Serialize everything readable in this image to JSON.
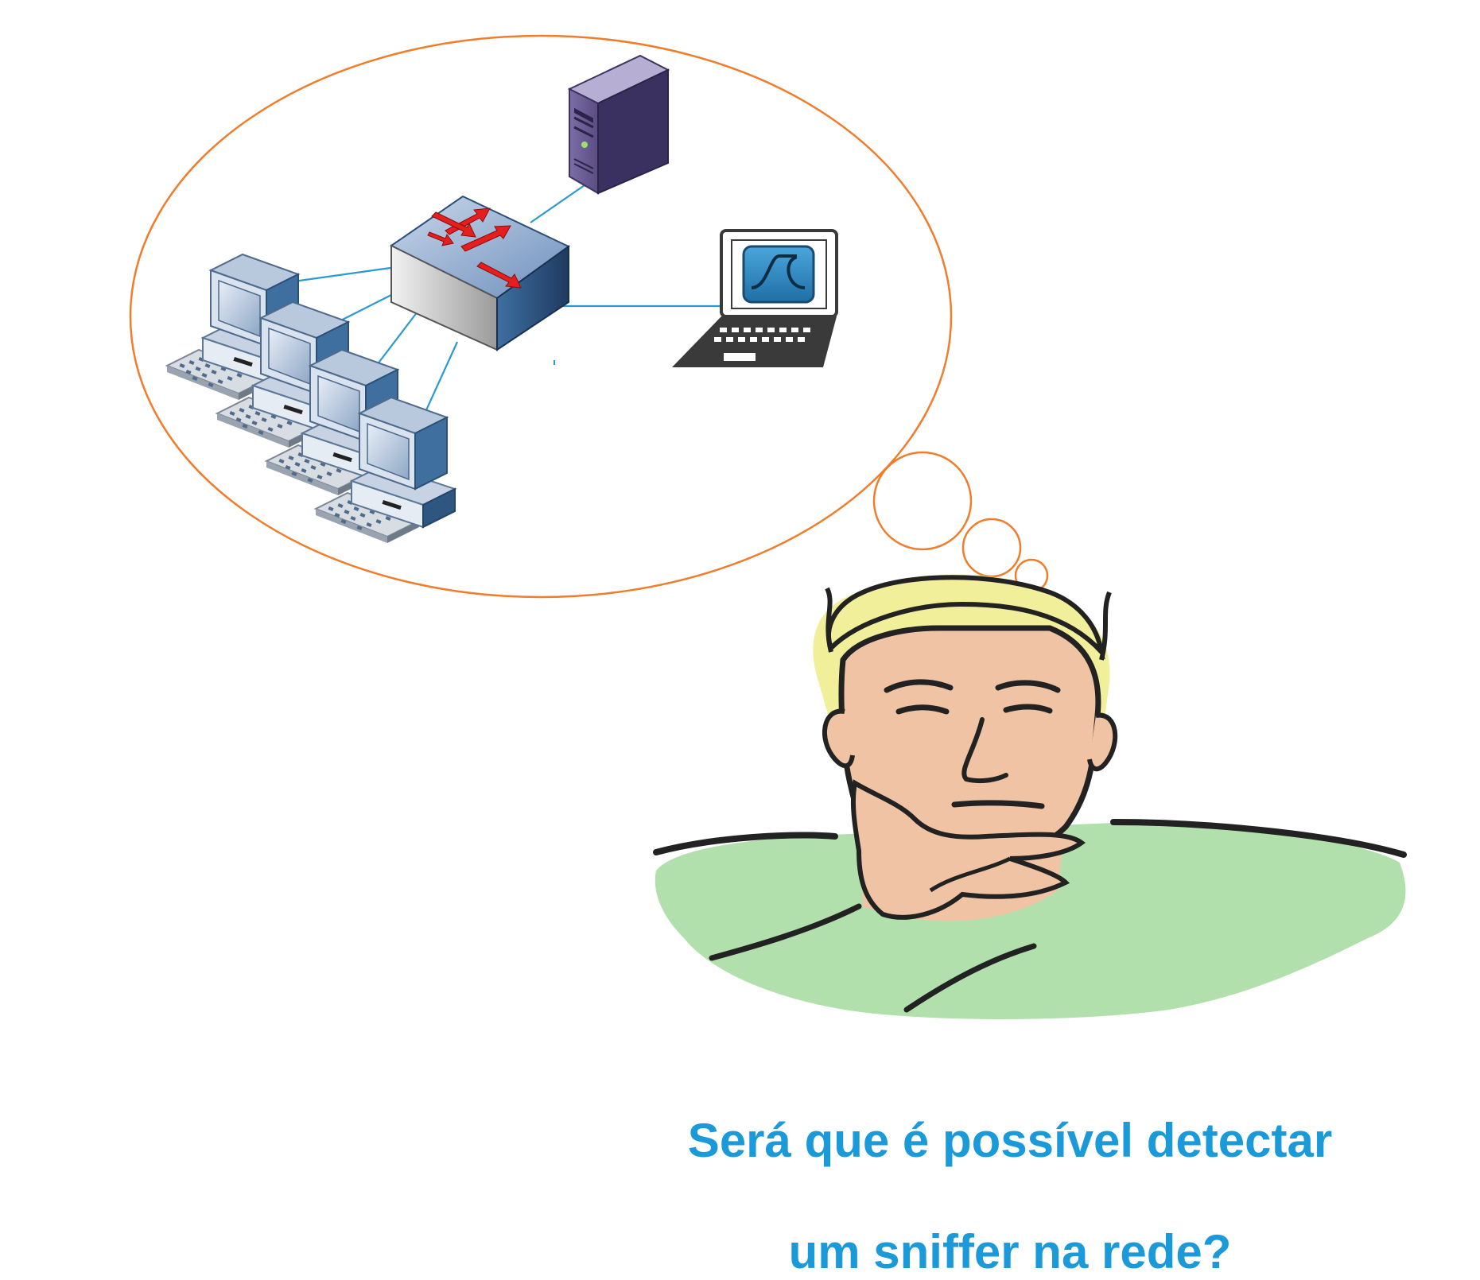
{
  "caption": {
    "line1": "Será que é  possível detectar",
    "line2": "um sniffer na rede?"
  },
  "colors": {
    "bubble_outline": "#f07d2c",
    "link_line": "#2b9ad4",
    "caption": "#1a9ad9",
    "switch_arrows": "#e51e1e",
    "server": "#5a4d82",
    "workstation": "#3f6f9e",
    "laptop": "#3a3a3a",
    "wireshark_fin": "#2f7fb6",
    "hair": "#f1ef9a",
    "skin": "#efc3a3",
    "shirt": "#b2e0ad"
  },
  "icons": {
    "server": "server-icon",
    "switch": "network-switch-icon",
    "sniffer": "laptop-wireshark-icon",
    "workstations": "workstation-icon",
    "person": "thinking-person-illustration"
  }
}
